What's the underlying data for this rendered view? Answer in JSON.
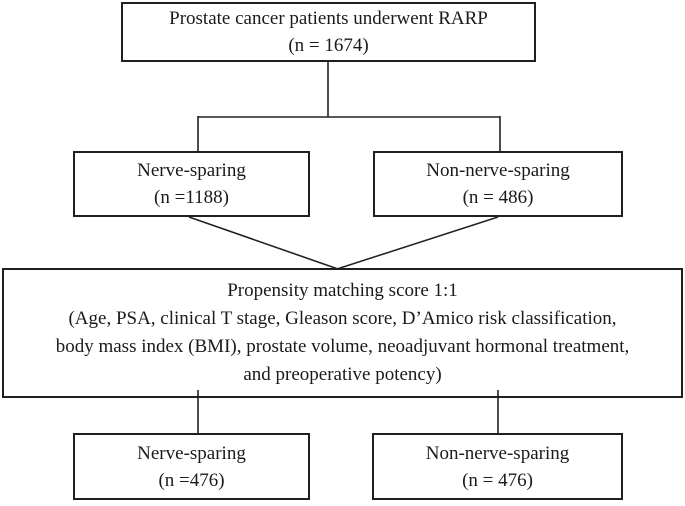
{
  "figure": {
    "background_color": "#ffffff",
    "border_color": "#1f1f1f",
    "line_color": "#222222",
    "text_color": "#1a1a1a"
  },
  "boxes": {
    "top": {
      "line1": "Prostate cancer patients underwent RARP",
      "line2": "(n = 1674)"
    },
    "nerve_sparing_pre": {
      "line1": "Nerve-sparing",
      "line2": "(n =1188)"
    },
    "non_nerve_sparing_pre": {
      "line1": "Non-nerve-sparing",
      "line2": "(n = 486)"
    },
    "matching": {
      "line1": "Propensity matching score 1:1",
      "line2": "(Age, PSA, clinical T stage, Gleason score, D’Amico risk classification,",
      "line3": "body mass index (BMI), prostate volume, neoadjuvant hormonal treatment,",
      "line4": "and preoperative potency)"
    },
    "nerve_sparing_post": {
      "line1": "Nerve-sparing",
      "line2": "(n =476)"
    },
    "non_nerve_sparing_post": {
      "line1": "Non-nerve-sparing",
      "line2": "(n = 476)"
    }
  }
}
